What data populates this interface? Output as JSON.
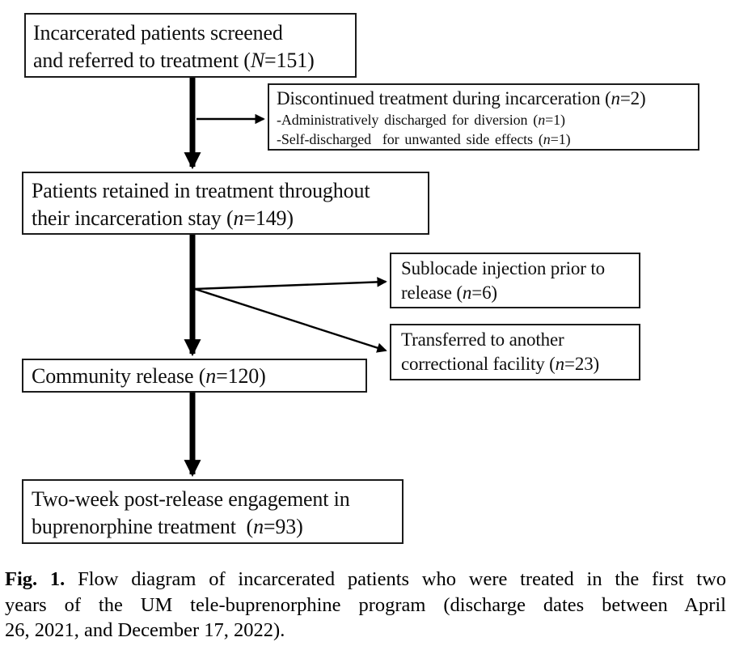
{
  "colors": {
    "background": "#ffffff",
    "line": "#000000",
    "text": "#0f0f0f"
  },
  "figure": {
    "boxes": {
      "screened": {
        "pre": "Incarcerated patients screened\nand referred to treatment (",
        "var": "N",
        "post": "=151)"
      },
      "discontinued": {
        "title": {
          "pre": "Discontinued treatment during incarceration (",
          "var": "n",
          "post": "=2)"
        },
        "items": [
          {
            "pre": "-Administratively discharged for diversion (",
            "var": "n",
            "post": "=1)"
          },
          {
            "pre": "-Self-discharged  for unwanted side effects (",
            "var": "n",
            "post": "=1)"
          }
        ]
      },
      "retained": {
        "pre": "Patients retained in treatment throughout\ntheir incarceration stay (",
        "var": "n",
        "post": "=149)"
      },
      "sublocade": {
        "pre": "Sublocade injection prior to\nrelease (",
        "var": "n",
        "post": "=6)"
      },
      "transferred": {
        "pre": "Transferred to another\ncorrectional facility (",
        "var": "n",
        "post": "=23)"
      },
      "community": {
        "pre": "Community release (",
        "var": "n",
        "post": "=120)"
      },
      "engagement": {
        "pre": "Two-week post-release engagement in\nbuprenorphine treatment  (",
        "var": "n",
        "post": "=93)"
      }
    },
    "flow": [
      {
        "from": "screened",
        "to": "retained",
        "style": "thick-arrow"
      },
      {
        "from": "screened-retained-line",
        "to": "discontinued",
        "style": "thin-arrow"
      },
      {
        "from": "retained",
        "to": "community",
        "style": "thick-arrow"
      },
      {
        "from": "retained-community-line",
        "to": "sublocade",
        "style": "thin-arrow"
      },
      {
        "from": "retained-community-line",
        "to": "transferred",
        "style": "thin-arrow"
      },
      {
        "from": "community",
        "to": "engagement",
        "style": "thick-arrow"
      }
    ],
    "caption": {
      "label": "Fig. 1.",
      "lines": [
        "Flow diagram of incarcerated patients who were treated in the first two",
        "years of the UM tele-buprenorphine program (discharge dates between April",
        "26, 2021, and December 17, 2022)."
      ]
    }
  }
}
